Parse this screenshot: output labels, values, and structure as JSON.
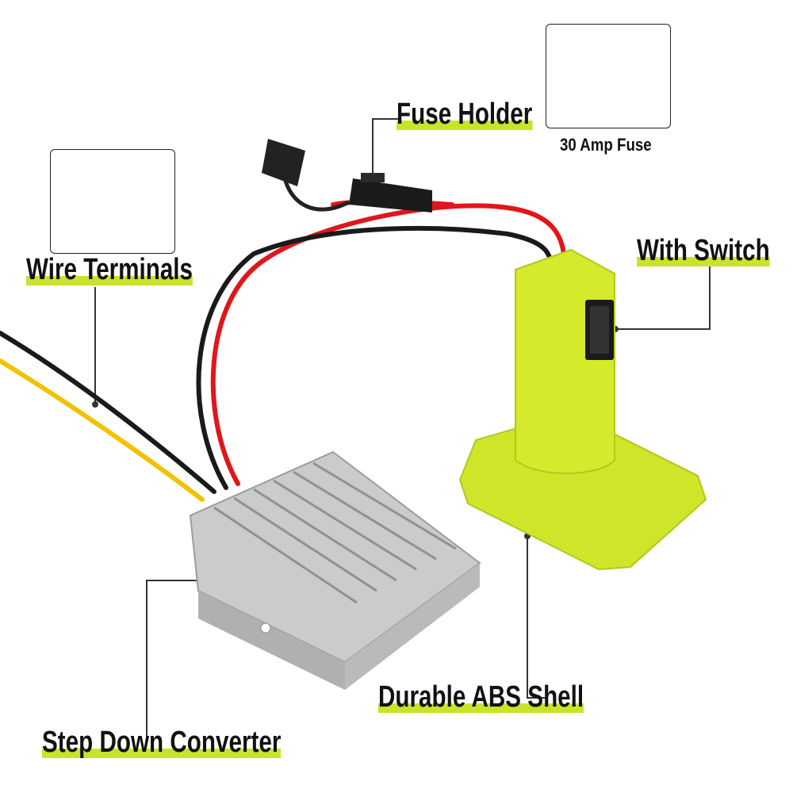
{
  "labels": {
    "fuse_holder": "Fuse Holder",
    "wire_terminals": "Wire Terminals",
    "with_switch": "With Switch",
    "durable_shell": "Durable ABS Shell",
    "step_down": "Step Down Converter"
  },
  "fuse_inset": {
    "caption": "30 Amp Fuse"
  },
  "colors": {
    "accent": "#c9e22a",
    "shell": "#d4ea2a",
    "wire_red": "#e0161b",
    "wire_black": "#1a1a1a",
    "wire_yellow": "#f2c200",
    "fuse": "#f06a5a",
    "aluminum": "#c9cbcd"
  }
}
